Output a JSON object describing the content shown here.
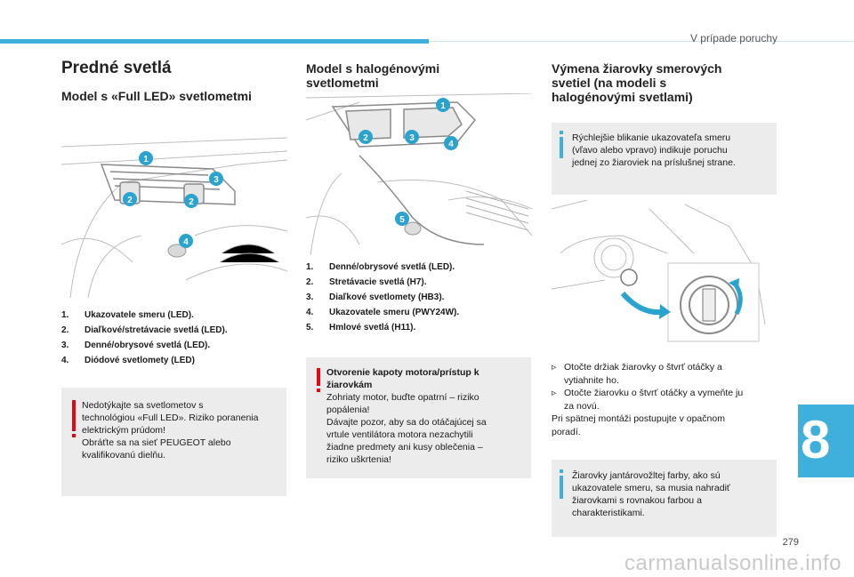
{
  "header": {
    "section_title": "V prípade poruchy"
  },
  "page": {
    "number": "279",
    "chapter": "8"
  },
  "watermark": "carmanualsonline.info",
  "col1": {
    "title": "Predné svetlá",
    "subtitle": "Model s «Full LED» svetlometmi",
    "callouts": [
      "1",
      "2",
      "3",
      "2",
      "4"
    ],
    "items": [
      {
        "n": "1.",
        "t": "Ukazovatele smeru (LED)."
      },
      {
        "n": "2.",
        "t": "Diaľkové/stretávacie svetlá (LED)."
      },
      {
        "n": "3.",
        "t": "Denné/obrysové svetlá (LED)."
      },
      {
        "n": "4.",
        "t": "Diódové svetlomety (LED)"
      }
    ],
    "warning": [
      "Nedotýkajte sa svetlometov s",
      "technológiou «Full LED». Riziko poranenia",
      "elektrickým prúdom!",
      "Obráťte sa na sieť PEUGEOT alebo",
      "kvalifikovanú dielňu."
    ]
  },
  "col2": {
    "title_line1": "Model s halogénovými",
    "title_line2": "svetlometmi",
    "callouts": [
      "1",
      "2",
      "3",
      "4",
      "5"
    ],
    "items": [
      {
        "n": "1.",
        "t": "Denné/obrysové svetlá (LED)."
      },
      {
        "n": "2.",
        "t": "Stretávacie svetlá (H7)."
      },
      {
        "n": "3.",
        "t": "Diaľkové svetlomety (HB3)."
      },
      {
        "n": "4.",
        "t": "Ukazovatele smeru (PWY24W)."
      },
      {
        "n": "5.",
        "t": "Hmlové svetlá (H11)."
      }
    ],
    "warning_bold": [
      "Otvorenie kapoty motora/prístup k",
      "žiarovkám"
    ],
    "warning": [
      "Zohriaty motor, buďte opatrní – riziko",
      "popálenia!",
      "Dávajte pozor, aby sa do otáčajúcej sa",
      "vrtule ventilátora motora nezachytili",
      "žiadne predmety ani kusy oblečenia –",
      "riziko uškrtenia!"
    ]
  },
  "col3": {
    "title_line1": "Výmena žiarovky smerových",
    "title_line2": "svetiel (na modeli s",
    "title_line3": "halogénovými svetlami)",
    "info1": [
      "Rýchlejšie blikanie ukazovateľa smeru",
      "(vľavo alebo vpravo) indikuje poruchu",
      "jednej zo žiaroviek na príslušnej strane."
    ],
    "steps": [
      {
        "arrow": "",
        "t1": "Otočte držiak žiarovky o štvrť otáčky a",
        "t2": "vytiahnite ho."
      },
      {
        "arrow": "",
        "t1": "Otočte žiarovku o štvrť otáčky a vymeňte ju",
        "t2": "za novú."
      }
    ],
    "para": [
      "Pri spätnej montáži postupujte v opačnom",
      "poradí."
    ],
    "info2": [
      "Žiarovky jantárovožltej farby, ako sú",
      "ukazovatele smeru, sa musia nahradiť",
      "žiarovkami s rovnakou farbou a",
      "charakteristikami."
    ]
  },
  "colors": {
    "accent": "#3fb0db",
    "warning": "#e30613",
    "callout": "#2aa3cf",
    "box": "#ececec"
  }
}
